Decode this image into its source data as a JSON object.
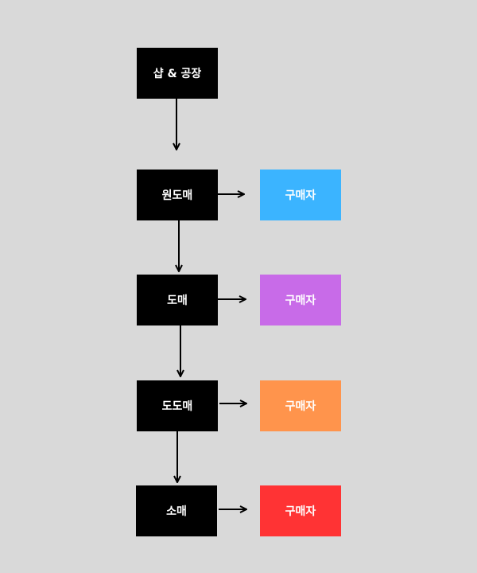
{
  "chain": {
    "source": "샵 & 공장",
    "original_wholesale": "원도매",
    "wholesale": "도매",
    "sub_wholesale": "도도매",
    "retail": "소매"
  },
  "buyers": [
    {
      "label": "구매자",
      "color": "#3bb4ff"
    },
    {
      "label": "구매자",
      "color": "#c86be8"
    },
    {
      "label": "구매자",
      "color": "#ff944c"
    },
    {
      "label": "구매자",
      "color": "#ff3334"
    }
  ],
  "colors": {
    "background": "#d9d9d9",
    "chain_node": "#000000",
    "arrow": "#000000",
    "text": "#ffffff"
  }
}
